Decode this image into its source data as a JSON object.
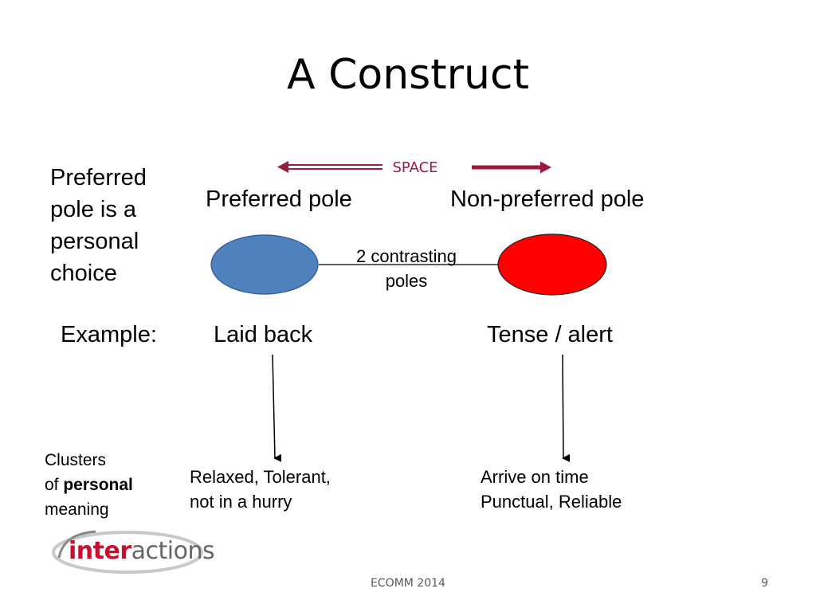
{
  "slide": {
    "title": "A Construct",
    "space_label": "SPACE",
    "left_note": [
      "Preferred",
      "pole is a",
      "personal",
      "choice"
    ],
    "preferred_pole": "Preferred pole",
    "non_preferred_pole": "Non-preferred pole",
    "contrast_label": [
      "2 contrasting",
      "poles"
    ],
    "example_label": "Example:",
    "left_example": "Laid back",
    "right_example": "Tense / alert",
    "clusters": {
      "line1": "Clusters",
      "of": "of ",
      "bold": "personal",
      "line3": "meaning"
    },
    "left_meaning": [
      "Relaxed, Tolerant,",
      "not in a hurry"
    ],
    "right_meaning": [
      "Arrive on time",
      "Punctual, Reliable"
    ],
    "footer": "ECOMM 2014",
    "page_number": "9"
  },
  "logo": {
    "highlight": "inter",
    "rest": "actions"
  },
  "colors": {
    "preferred_pole": "#4f81bd",
    "non_preferred_pole": "#ff0000",
    "space_arrow": "#9b1c3d",
    "logo_accent": "#c8102e"
  },
  "icons": {
    "space_arrow_left": "left-arrow-icon",
    "space_arrow_right": "right-arrow-icon",
    "down_arrow": "down-arrow-icon",
    "logo_swoosh": "swoosh-icon"
  }
}
